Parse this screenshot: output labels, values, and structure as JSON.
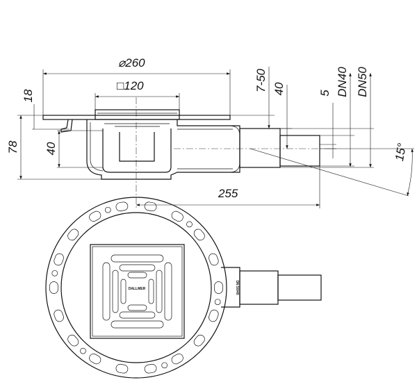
{
  "drawing": {
    "dimensions": {
      "flange_diameter": "⌀260",
      "grate_size": "□120",
      "flange_height": "18",
      "total_height": "78",
      "water_seal": "40",
      "adjustment": "7-50",
      "outlet_height": "40",
      "offset": "5",
      "dn40": "DN40",
      "dn50": "DN50",
      "angle": "15°",
      "outlet_length": "255"
    },
    "logo": "DALLMER",
    "outlet_marking": "DN 50/40"
  }
}
